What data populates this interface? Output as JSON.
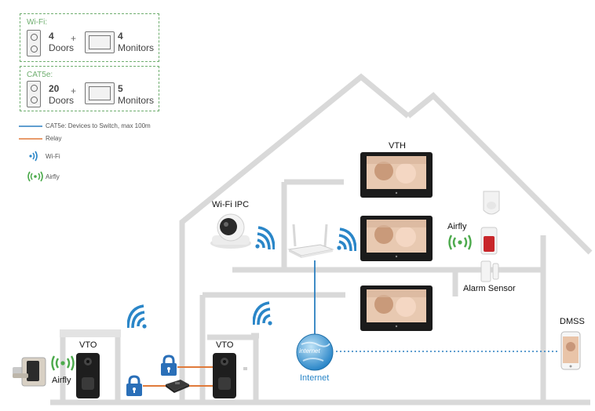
{
  "wifi_box": {
    "title": "Wi-Fi:",
    "doors_num": "4",
    "doors_label": "Doors",
    "plus": "+",
    "monitors_num": "4",
    "monitors_label": "Monitors"
  },
  "cat5e_box": {
    "title": "CAT5e:",
    "doors_num": "20",
    "doors_label": "Doors",
    "plus": "+",
    "monitors_num": "5",
    "monitors_label": "Monitors"
  },
  "legend": {
    "cat5e": "CAT5e: Devices to Switch, max 100m",
    "relay": "Relay",
    "wifi": "Wi-Fi",
    "airfly": "Airfly"
  },
  "labels": {
    "wifi_ipc": "Wi-Fi IPC",
    "vth": "VTH",
    "airfly_right": "Airfly",
    "alarm_sensor": "Alarm Sensor",
    "dmss": "DMSS",
    "vto_left": "VTO",
    "vto_mid": "VTO",
    "airfly_left": "Airfly",
    "internet_globe": "internet",
    "internet": "Internet"
  },
  "colors": {
    "cat5e_line": "#2a7fc0",
    "relay_line": "#e07a3a",
    "wifi": "#2a86c8",
    "airfly": "#4caa4c",
    "house": "#d5d5d5"
  }
}
